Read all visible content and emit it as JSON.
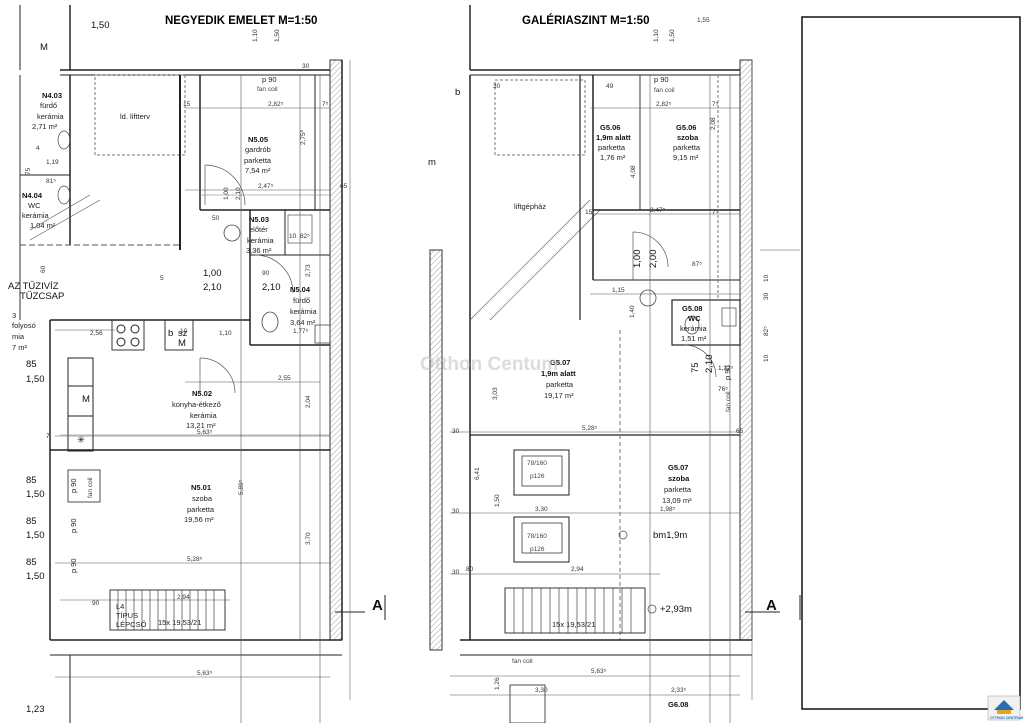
{
  "titles": {
    "left": "NEGYEDIK EMELET M=1:50",
    "middle": "GALÉRIASZINT M=1:50"
  },
  "watermark": "Otthon Centum",
  "logo_text": "OTTHON CENTRUM",
  "section_marker": "A",
  "left_plan": {
    "rooms": [
      {
        "id": "N4.03",
        "name": "fürdő",
        "floor": "kerámia",
        "area": "2,71 m²"
      },
      {
        "id": "N4.04",
        "name": "WC",
        "floor": "kerámia",
        "area": "1,04 m²"
      },
      {
        "id": "N5.05",
        "name": "gardrób",
        "floor": "parketta",
        "area": "7,54 m²"
      },
      {
        "id": "N5.03",
        "name": "előtér",
        "floor": "kerámia",
        "area": "3,36 m²"
      },
      {
        "id": "N5.04",
        "name": "fürdő",
        "floor": "kerámia",
        "area": "3,64 m²"
      },
      {
        "id": "N5.02",
        "name": "konyha-étkező",
        "floor": "kerámia",
        "area": "13,21 m²"
      },
      {
        "id": "N5.01",
        "name": "szoba",
        "floor": "parketta",
        "area": "19,56 m²"
      }
    ],
    "texts": {
      "liftterv": "ld. liftterv",
      "fire_1": "AZ TŰZIVÍZ",
      "fire_2": "TŰZCSAP",
      "corridor": "folyosó",
      "corridor_area": "7 m²",
      "corridor_num": "3",
      "corridor_floor": "mia",
      "stair_1": "L4",
      "stair_2": "TÍPUS",
      "stair_3": "LÉPCSŐ",
      "stair_spec": "15x 19,53/21",
      "fan_coil": "fan coil",
      "p90": "p 90",
      "sz": "sz",
      "b": "b",
      "m": "M",
      "corner_1": "1,50",
      "corner_2": "1,23"
    },
    "dims": {
      "d1": "1,10",
      "d2": "1,50",
      "d3": "2,82⁵",
      "d4": "2,75⁰",
      "d5": "2,47⁵",
      "d6": "15",
      "d7": "7⁵",
      "d8": "30",
      "d9": "65",
      "d10": "50",
      "d11": "10",
      "d12": "82⁵",
      "d13": "1,00",
      "d14": "2,10",
      "d15": "90",
      "d16": "2,73",
      "d17": "1,77⁵",
      "d18": "2,56",
      "d19": "1,10",
      "d20": "2,55",
      "d21": "2,04",
      "d22": "5,63⁵",
      "d23": "5,89⁵",
      "d24": "3,70",
      "d25": "5,28⁵",
      "d26": "2,94",
      "d27": "85",
      "d28": "7",
      "d29": "1,19",
      "d30": "81⁵",
      "d31": "75",
      "d32": "4",
      "d33": "60",
      "d34": "5"
    }
  },
  "mid_plan": {
    "rooms": [
      {
        "id": "G5.06",
        "name": "1,9m alatt",
        "floor": "parketta",
        "area": "1,76 m²"
      },
      {
        "id": "G5.06",
        "name": "szoba",
        "floor": "parketta",
        "area": "9,15 m²"
      },
      {
        "id": "G5.08",
        "name": "WC",
        "floor": "kerámia",
        "area": "1,51 m²"
      },
      {
        "id": "G5.07",
        "name": "1,9m alatt",
        "floor": "parketta",
        "area": "19,17 m²"
      },
      {
        "id": "G5.07",
        "name": "szoba",
        "floor": "parketta",
        "area": "13,09 m²"
      }
    ],
    "texts": {
      "lift_room": "liftgépház",
      "skylight_size": "78/160",
      "skylight_height": "p126",
      "height_1": "bm1,9m",
      "height_2": "+2,93m",
      "stair_spec": "15x 19,53/21",
      "fan_coil": "fan coil",
      "p90": "p 90",
      "b": "b",
      "next_room": "G6.08",
      "m_letter": "m"
    },
    "dims": {
      "d1": "1,10",
      "d2": "1,50",
      "d3": "1,55",
      "d4": "49",
      "d5": "2,82⁵",
      "d6": "2,08",
      "d7": "4,08",
      "d8": "2,47⁵",
      "d9": "1,00",
      "d10": "2,00",
      "d11": "87⁵",
      "d12": "1,15",
      "d13": "1,40",
      "d14": "3,03",
      "d15": "5,28⁵",
      "d16": "6,41",
      "d17": "1,50",
      "d18": "3,30",
      "d19": "1,98⁵",
      "d20": "2,94",
      "d21": "80",
      "d22": "5,63⁵",
      "d23": "2,33⁵",
      "d24": "1,26",
      "d25": "1,22⁵",
      "d26": "76⁵",
      "d27": "75",
      "d28": "2,10",
      "d29": "10",
      "d30": "30",
      "d31": "15",
      "d32": "7⁵",
      "d33": "65",
      "d34": "82⁵"
    }
  },
  "colors": {
    "wall": "#4a4a4a",
    "line": "#222222",
    "dim_line": "#555555",
    "watermark": "#bfbfbf",
    "hatch": "#888888"
  }
}
